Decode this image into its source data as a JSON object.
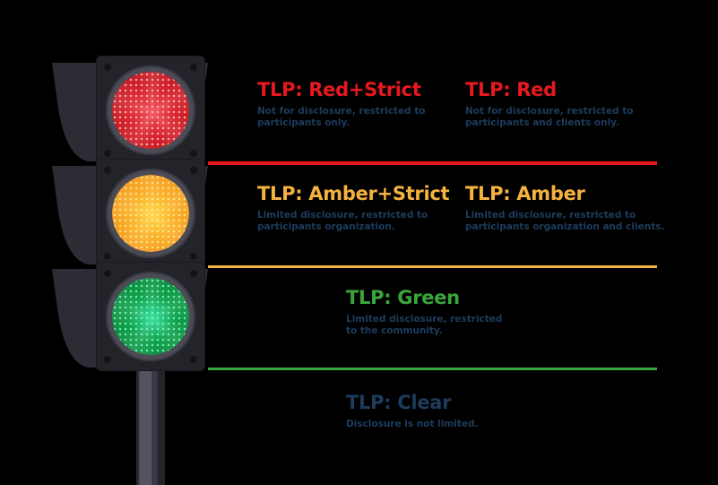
{
  "colors": {
    "background": "#000000",
    "red": "#e8191e",
    "amber": "#f5b23f",
    "green": "#3aa63a",
    "clear": "#1d3c5c",
    "body_text": "#1d3c5c"
  },
  "traffic_light": {
    "lamps": [
      {
        "name": "red-lamp",
        "color": "#d8232c"
      },
      {
        "name": "amber-lamp",
        "color": "#fbb02a"
      },
      {
        "name": "green-lamp",
        "color": "#13a04a"
      }
    ]
  },
  "rows": [
    {
      "id": "red",
      "divider_color": "#e8191e",
      "columns": [
        {
          "heading": "TLP: Red+Strict",
          "heading_color": "#e8191e",
          "description": "Not for disclosure, restricted to\nparticipants only."
        },
        {
          "heading": "TLP: Red",
          "heading_color": "#e8191e",
          "description": "Not for disclosure, restricted to\nparticipants and clients only."
        }
      ]
    },
    {
      "id": "amber",
      "divider_color": "#f5b23f",
      "columns": [
        {
          "heading": "TLP: Amber+Strict",
          "heading_color": "#f5b23f",
          "description": "Limited disclosure, restricted to\nparticipants organization."
        },
        {
          "heading": "TLP: Amber",
          "heading_color": "#f5b23f",
          "description": "Limited disclosure, restricted to\nparticipants organization and clients."
        }
      ]
    },
    {
      "id": "green",
      "divider_color": "#3aa63a",
      "columns": [
        {
          "heading": "TLP: Green",
          "heading_color": "#3aa63a",
          "description": "Limited disclosure, restricted\nto the community."
        }
      ]
    },
    {
      "id": "clear",
      "divider_color": "",
      "columns": [
        {
          "heading": "TLP: Clear",
          "heading_color": "#1d3c5c",
          "description": "Disclosure is not limited."
        }
      ]
    }
  ]
}
